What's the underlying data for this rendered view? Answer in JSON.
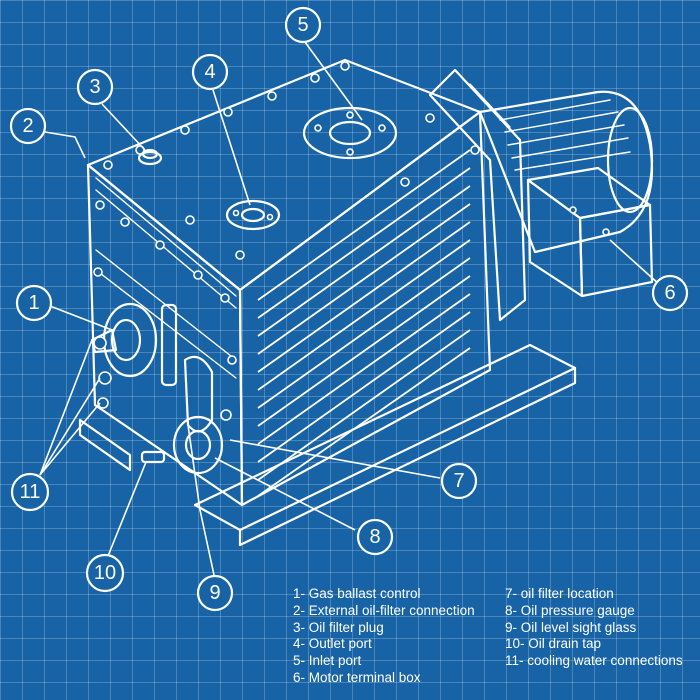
{
  "callouts": [
    "1",
    "2",
    "3",
    "4",
    "5",
    "6",
    "7",
    "8",
    "9",
    "10",
    "11"
  ],
  "legend": {
    "left": [
      "1- Gas ballast control",
      "2- External oil-filter connection",
      "3- Oil filter plug",
      "4- Outlet port",
      "5- Inlet port",
      "6- Motor terminal box"
    ],
    "right": [
      "7- oil filter location",
      "8- Oil pressure gauge",
      "9- Oil level sight glass",
      "10- Oil drain tap",
      "11- cooling water connections"
    ]
  },
  "colors": {
    "background": "#1763a6",
    "line": "#ffffff"
  }
}
